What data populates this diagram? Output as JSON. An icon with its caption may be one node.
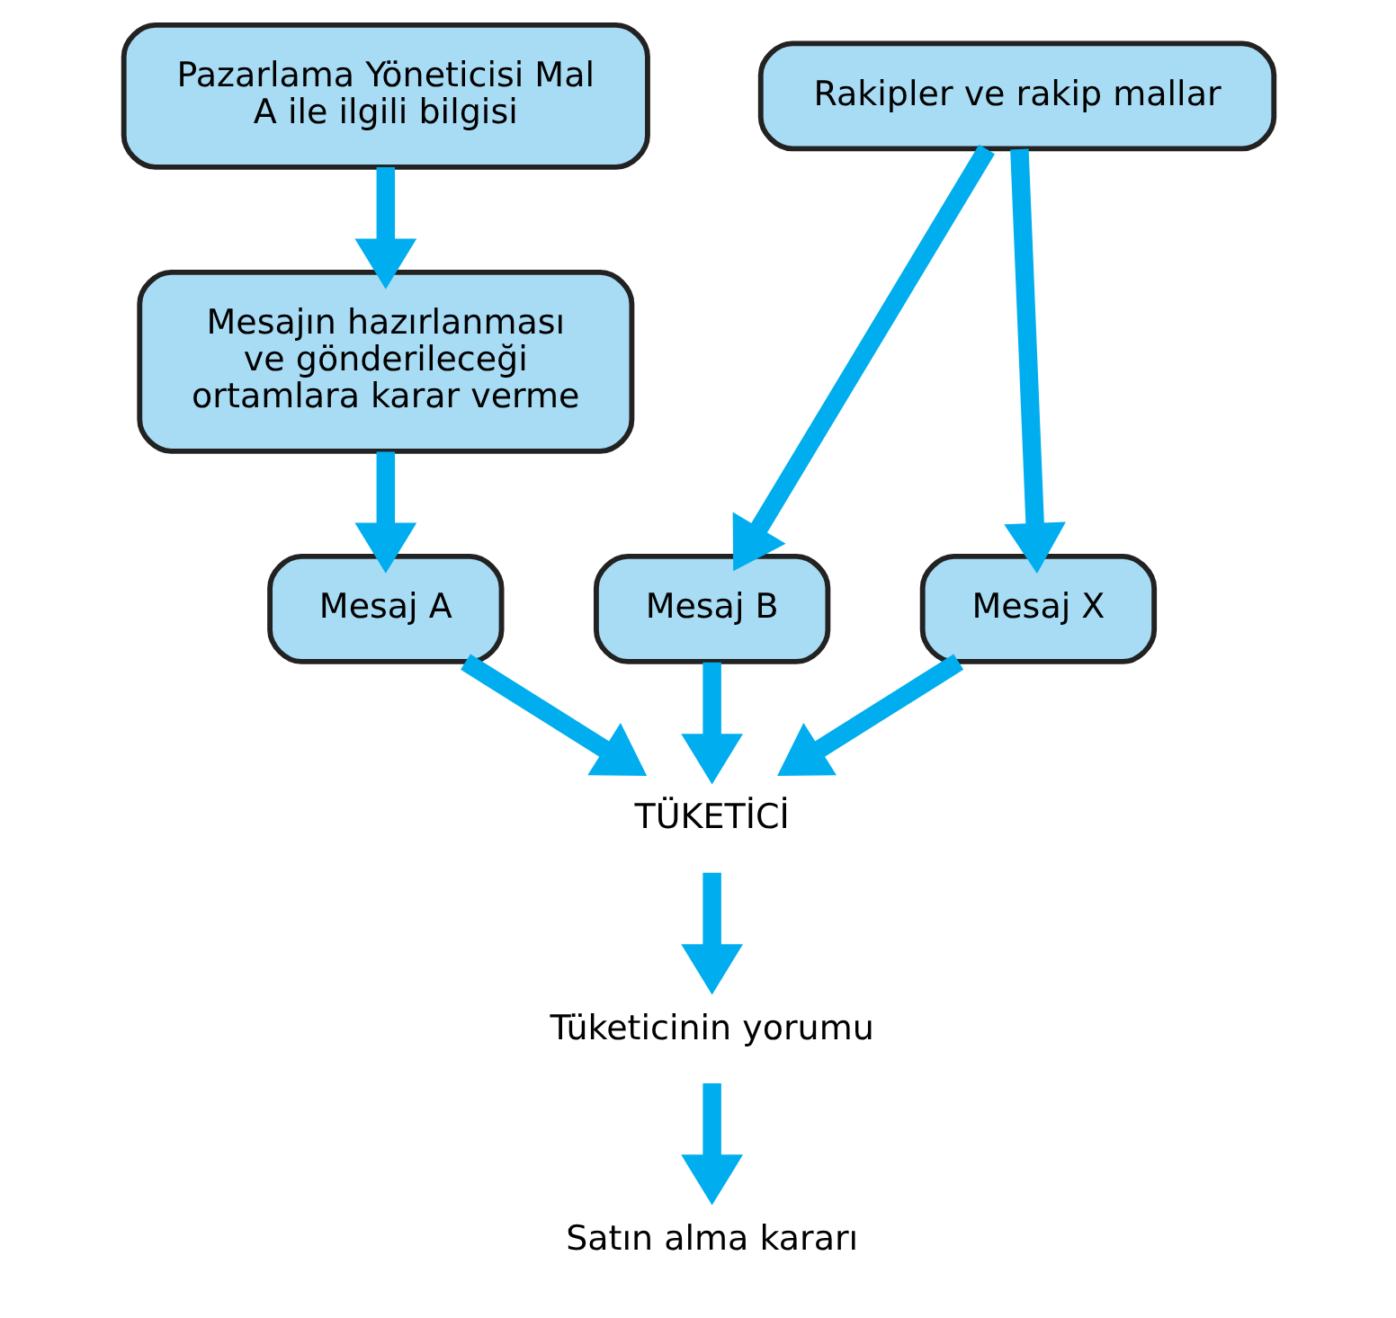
{
  "diagram": {
    "nodes": [
      {
        "text": [
          "Pazarlama Yöneticisi Mal A ile ilgili bilgisi"
        ]
      },
      {
        "text": [
          "Mesajın hazırlanması ve gönderileceği ortamlara karar verme"
        ]
      },
      {
        "text": [
          "Rakipler ve rakip mallar"
        ]
      },
      {
        "text": [
          "Mesaj A"
        ]
      },
      {
        "text": [
          "Mesaj B"
        ]
      },
      {
        "text": [
          "Mesaj X"
        ]
      },
      {
        "text": [
          "TÜKETİCİ"
        ]
      },
      {
        "text": [
          "Tüketicinin yorumu"
        ]
      },
      {
        "text": [
          "Satın alma kararı"
        ]
      }
    ],
    "edges": [
      {
        "from": 0,
        "to": 1,
        "arrow": "to"
      },
      {
        "from": 1,
        "to": 3,
        "arrow": "to"
      },
      {
        "from": 2,
        "to": 4,
        "arrow": "to"
      },
      {
        "from": 2,
        "to": 5,
        "arrow": "to"
      },
      {
        "from": 3,
        "to": 6,
        "arrow": "to"
      },
      {
        "from": 4,
        "to": 6,
        "arrow": "to"
      },
      {
        "from": 5,
        "to": 6,
        "arrow": "to"
      },
      {
        "from": 6,
        "to": 7,
        "arrow": "to"
      },
      {
        "from": 7,
        "to": 8,
        "arrow": "to"
      }
    ]
  }
}
